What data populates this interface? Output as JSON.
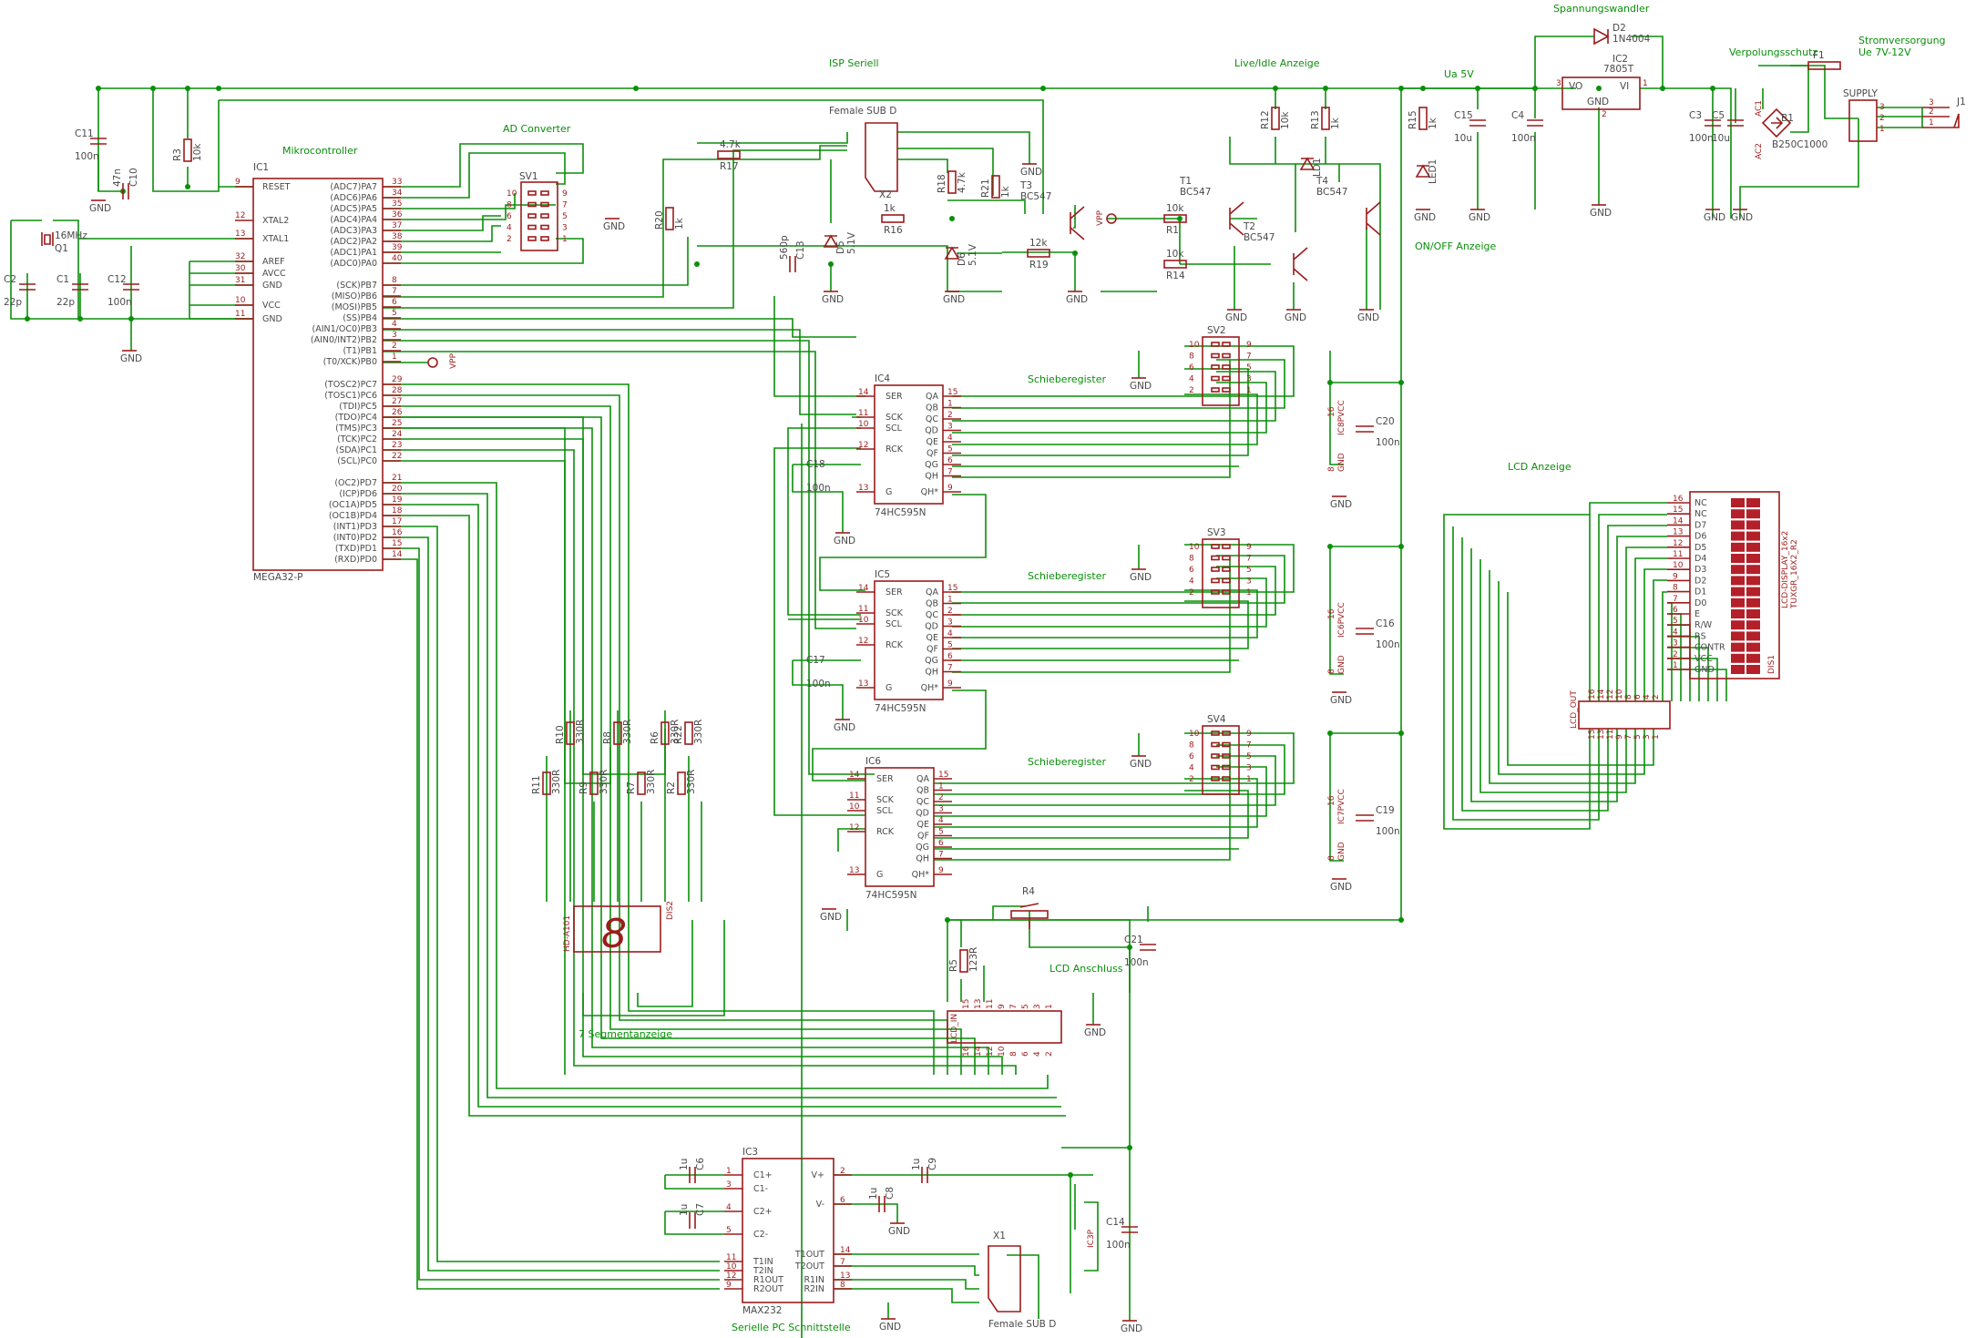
{
  "sections": {
    "isp": "ISP Seriell",
    "live": "Live/Idle Anzeige",
    "ua5v": "Ua 5V",
    "spannungswandler": "Spannungswandler",
    "verpolungsschutz": "Verpolungsschutz",
    "stromversorgung": "Stromversorgung",
    "stromversorgung_range": "Ue 7V-12V",
    "mikrocontroller": "Mikrocontroller",
    "ad_converter": "AD Converter",
    "onoff": "ON/OFF Anzeige",
    "schieberegister": "Schieberegister",
    "lcd_anzeige": "LCD Anzeige",
    "lcd_anschluss": "LCD Anschluss",
    "segment": "7 Segmentanzeige",
    "seriell_pc": "Serielle PC Schnittstelle"
  },
  "mcu": {
    "name": "IC1",
    "value": "MEGA32-P",
    "left_pins": [
      {
        "num": "9",
        "name": "RESET"
      },
      {
        "num": "12",
        "name": "XTAL2"
      },
      {
        "num": "13",
        "name": "XTAL1"
      },
      {
        "num": "32",
        "name": "AREF"
      },
      {
        "num": "30",
        "name": "AVCC"
      },
      {
        "num": "31",
        "name": "GND"
      },
      {
        "num": "10",
        "name": "VCC"
      },
      {
        "num": "11",
        "name": "GND"
      }
    ],
    "right_pins": [
      {
        "num": "33",
        "name": "(ADC7)PA7"
      },
      {
        "num": "34",
        "name": "(ADC6)PA6"
      },
      {
        "num": "35",
        "name": "(ADC5)PA5"
      },
      {
        "num": "36",
        "name": "(ADC4)PA4"
      },
      {
        "num": "37",
        "name": "(ADC3)PA3"
      },
      {
        "num": "38",
        "name": "(ADC2)PA2"
      },
      {
        "num": "39",
        "name": "(ADC1)PA1"
      },
      {
        "num": "40",
        "name": "(ADC0)PA0"
      },
      {
        "num": "8",
        "name": "(SCK)PB7"
      },
      {
        "num": "7",
        "name": "(MISO)PB6"
      },
      {
        "num": "6",
        "name": "(MOSI)PB5"
      },
      {
        "num": "5",
        "name": "(SS)PB4"
      },
      {
        "num": "4",
        "name": "(AIN1/OC0)PB3"
      },
      {
        "num": "3",
        "name": "(AIN0/INT2)PB2"
      },
      {
        "num": "2",
        "name": "(T1)PB1"
      },
      {
        "num": "1",
        "name": "(T0/XCK)PB0"
      },
      {
        "num": "29",
        "name": "(TOSC2)PC7"
      },
      {
        "num": "28",
        "name": "(TOSC1)PC6"
      },
      {
        "num": "27",
        "name": "(TDI)PC5"
      },
      {
        "num": "26",
        "name": "(TDO)PC4"
      },
      {
        "num": "25",
        "name": "(TMS)PC3"
      },
      {
        "num": "24",
        "name": "(TCK)PC2"
      },
      {
        "num": "23",
        "name": "(SDA)PC1"
      },
      {
        "num": "22",
        "name": "(SCL)PC0"
      },
      {
        "num": "21",
        "name": "(OC2)PD7"
      },
      {
        "num": "20",
        "name": "(ICP)PD6"
      },
      {
        "num": "19",
        "name": "(OC1A)PD5"
      },
      {
        "num": "18",
        "name": "(OC1B)PD4"
      },
      {
        "num": "17",
        "name": "(INT1)PD3"
      },
      {
        "num": "16",
        "name": "(INT0)PD2"
      },
      {
        "num": "15",
        "name": "(TXD)PD1"
      },
      {
        "num": "14",
        "name": "(RXD)PD0"
      }
    ]
  },
  "shift_register": {
    "value": "74HC595N",
    "left_pins": [
      {
        "num": "14",
        "name": "SER"
      },
      {
        "num": "11",
        "name": "SCK"
      },
      {
        "num": "10",
        "name": "SCL"
      },
      {
        "num": "12",
        "name": "RCK"
      },
      {
        "num": "13",
        "name": "G"
      }
    ],
    "right_pins": [
      {
        "num": "15",
        "name": "QA"
      },
      {
        "num": "1",
        "name": "QB"
      },
      {
        "num": "2",
        "name": "QC"
      },
      {
        "num": "3",
        "name": "QD"
      },
      {
        "num": "4",
        "name": "QE"
      },
      {
        "num": "5",
        "name": "QF"
      },
      {
        "num": "6",
        "name": "QG"
      },
      {
        "num": "7",
        "name": "QH"
      },
      {
        "num": "9",
        "name": "QH*"
      }
    ],
    "instances": [
      {
        "name": "IC4",
        "cap": "C18",
        "cap_value": "100n",
        "header": "SV2",
        "power": "IC8P",
        "pcap": "C20",
        "pcap_value": "100n"
      },
      {
        "name": "IC5",
        "cap": "C17",
        "cap_value": "100n",
        "header": "SV3",
        "power": "IC6P",
        "pcap": "C16",
        "pcap_value": "100n"
      },
      {
        "name": "IC6",
        "cap": "",
        "cap_value": "",
        "header": "SV4",
        "power": "IC7P",
        "pcap": "C19",
        "pcap_value": "100n"
      }
    ]
  },
  "max232": {
    "name": "IC3",
    "value": "MAX232",
    "left_pins": [
      {
        "num": "1",
        "name": "C1+"
      },
      {
        "num": "3",
        "name": "C1-"
      },
      {
        "num": "4",
        "name": "C2+"
      },
      {
        "num": "5",
        "name": "C2-"
      },
      {
        "num": "11",
        "name": "T1IN"
      },
      {
        "num": "10",
        "name": "T2IN"
      },
      {
        "num": "12",
        "name": "R1OUT"
      },
      {
        "num": "9",
        "name": "R2OUT"
      }
    ],
    "right_pins": [
      {
        "num": "2",
        "name": "V+"
      },
      {
        "num": "6",
        "name": "V-"
      },
      {
        "num": "14",
        "name": "T1OUT"
      },
      {
        "num": "7",
        "name": "T2OUT"
      },
      {
        "num": "13",
        "name": "R1IN"
      },
      {
        "num": "8",
        "name": "R2IN"
      }
    ]
  },
  "lcd": {
    "name": "DIS1",
    "value": "LCD-DISPLAY_16x2",
    "package": "TUXGR_16X2_R2",
    "pins": [
      {
        "num": "16",
        "name": "NC"
      },
      {
        "num": "15",
        "name": "NC"
      },
      {
        "num": "14",
        "name": "D7"
      },
      {
        "num": "13",
        "name": "D6"
      },
      {
        "num": "12",
        "name": "D5"
      },
      {
        "num": "11",
        "name": "D4"
      },
      {
        "num": "10",
        "name": "D3"
      },
      {
        "num": "9",
        "name": "D2"
      },
      {
        "num": "8",
        "name": "D1"
      },
      {
        "num": "7",
        "name": "D0"
      },
      {
        "num": "6",
        "name": "E"
      },
      {
        "num": "5",
        "name": "R/W"
      },
      {
        "num": "4",
        "name": "RS"
      },
      {
        "num": "3",
        "name": "CONTR"
      },
      {
        "num": "2",
        "name": "VCC"
      },
      {
        "num": "1",
        "name": "GND"
      }
    ],
    "connector": "LCD_OUT",
    "connector_in": "LCD_IN"
  },
  "components": {
    "ic2": {
      "name": "IC2",
      "value": "7805T",
      "vo": "VO",
      "vi": "VI",
      "gnd": "GND",
      "p3": "3",
      "p1": "1",
      "p2": "2"
    },
    "d2": {
      "name": "D2",
      "value": "1N4004"
    },
    "f1": {
      "name": "F1"
    },
    "b1": {
      "name": "B1",
      "value": "B250C1000",
      "ac1": "AC1",
      "ac2": "AC2"
    },
    "j1": {
      "name": "J1"
    },
    "supply": {
      "name": "SUPPLY",
      "pins": [
        "3",
        "2",
        "1"
      ]
    },
    "sv1": {
      "name": "SV1",
      "left": [
        "10",
        "8",
        "6",
        "4",
        "2"
      ],
      "right": [
        "9",
        "7",
        "5",
        "3",
        "1"
      ]
    },
    "x1": {
      "name": "X1",
      "value": "Female SUB D"
    },
    "x2": {
      "name": "X2",
      "value": "Female SUB D"
    },
    "q1": {
      "name": "Q1",
      "value": "16MHz"
    },
    "dis2": {
      "name": "DIS2",
      "value": "HD-A101"
    },
    "r4": {
      "name": "R4"
    },
    "transistors": {
      "t1": {
        "name": "T1",
        "value": "BC547"
      },
      "t2": {
        "name": "T2",
        "value": "BC547"
      },
      "t3": {
        "name": "T3",
        "value": "BC547"
      },
      "t4": {
        "name": "T4",
        "value": "BC547"
      }
    },
    "resistors": {
      "r1": {
        "name": "R1",
        "value": "10k"
      },
      "r3": {
        "name": "R3",
        "value": "10k"
      },
      "r5": {
        "name": "R5",
        "value": "123R"
      },
      "r12": {
        "name": "R12",
        "value": "10k"
      },
      "r13": {
        "name": "R13",
        "value": "1k"
      },
      "r14": {
        "name": "R14",
        "value": "10k"
      },
      "r15": {
        "name": "R15",
        "value": "1k"
      },
      "r16": {
        "name": "R16",
        "value": "1k"
      },
      "r17": {
        "name": "R17",
        "value": "4.7k"
      },
      "r18": {
        "name": "R18",
        "value": "4.7k"
      },
      "r19": {
        "name": "R19",
        "value": "12k"
      },
      "r20": {
        "name": "R20",
        "value": "1k"
      },
      "r21": {
        "name": "R21",
        "value": "1k"
      },
      "r2": {
        "name": "R2",
        "value": "330R"
      },
      "r6": {
        "name": "R6",
        "value": "330R"
      },
      "r7": {
        "name": "R7",
        "value": "330R"
      },
      "r8": {
        "name": "R8",
        "value": "330R"
      },
      "r9": {
        "name": "R9",
        "value": "330R"
      },
      "r10": {
        "name": "R10",
        "value": "330R"
      },
      "r11": {
        "name": "R11",
        "value": "330R"
      },
      "r22": {
        "name": "R22",
        "value": "330R"
      }
    },
    "capacitors": {
      "c1": {
        "name": "C1",
        "value": "22p"
      },
      "c2": {
        "name": "C2",
        "value": "22p"
      },
      "c3": {
        "name": "C3",
        "value": "100n"
      },
      "c4": {
        "name": "C4",
        "value": "100n"
      },
      "c5": {
        "name": "C5",
        "value": "10u"
      },
      "c6": {
        "name": "C6",
        "value": "1u"
      },
      "c7": {
        "name": "C7",
        "value": "1u"
      },
      "c8": {
        "name": "C8",
        "value": "1u"
      },
      "c9": {
        "name": "C9",
        "value": "1u"
      },
      "c10": {
        "name": "C10",
        "value": "47n"
      },
      "c11": {
        "name": "C11",
        "value": "100n"
      },
      "c12": {
        "name": "C12",
        "value": "100n"
      },
      "c13": {
        "name": "C13",
        "value": "560p"
      },
      "c14": {
        "name": "C14",
        "value": "100n"
      },
      "c15": {
        "name": "C15",
        "value": "10u"
      },
      "c21": {
        "name": "C21",
        "value": "100n"
      }
    },
    "diodes": {
      "d5": {
        "name": "D5",
        "value": "5.1V"
      },
      "d6": {
        "name": "D6",
        "value": "5.1V"
      },
      "ld1": {
        "name": "LD1"
      },
      "led1": {
        "name": "LED1"
      }
    },
    "ic3p": {
      "name": "IC3P"
    },
    "vpp": "VPP",
    "gnd": "GND",
    "vcc": "VCC",
    "pins_16_8": [
      "16",
      "8"
    ]
  },
  "colors": {
    "wire": "#0a8f0a",
    "symbol": "#9b1c1c",
    "text": "#4a4a4a"
  }
}
